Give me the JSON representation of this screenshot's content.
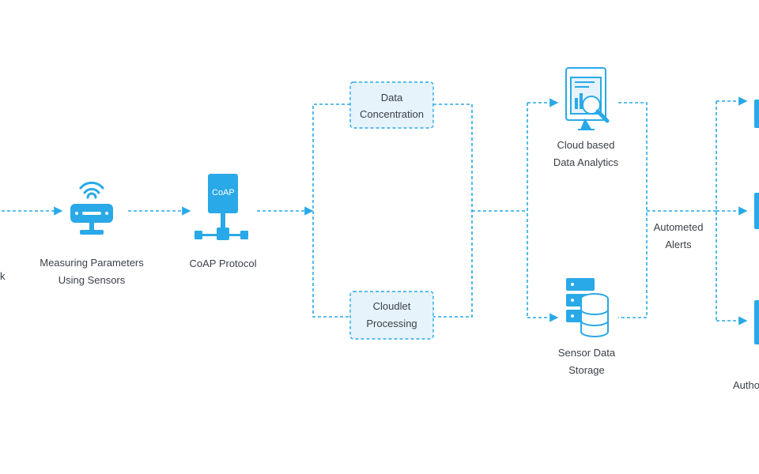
{
  "nodes": {
    "network_partial": {
      "label": "k"
    },
    "sensors": {
      "label_line1": "Measuring Parameters",
      "label_line2": "Using Sensors"
    },
    "coap": {
      "icon_text": "CoAP",
      "label": "CoAP Protocol"
    },
    "data_concentration": {
      "line1": "Data",
      "line2": "Concentration"
    },
    "cloudlet_processing": {
      "line1": "Cloudlet",
      "line2": "Processing"
    },
    "cloud_analytics": {
      "line1": "Cloud based",
      "line2": "Data Analytics"
    },
    "sensor_storage": {
      "line1": "Sensor Data",
      "line2": "Storage"
    },
    "alerts": {
      "line1": "Autometed",
      "line2": "Alerts"
    },
    "authority_partial": {
      "label": "Autho"
    }
  },
  "icons": {
    "sensor": "wifi-router-icon",
    "protocol": "coap-server-icon",
    "analytics": "monitor-magnifier-icon",
    "storage": "database-server-icon"
  },
  "colors": {
    "accent": "#29a9e7",
    "box_fill": "#e6f3fb",
    "text": "#3a3f47"
  }
}
